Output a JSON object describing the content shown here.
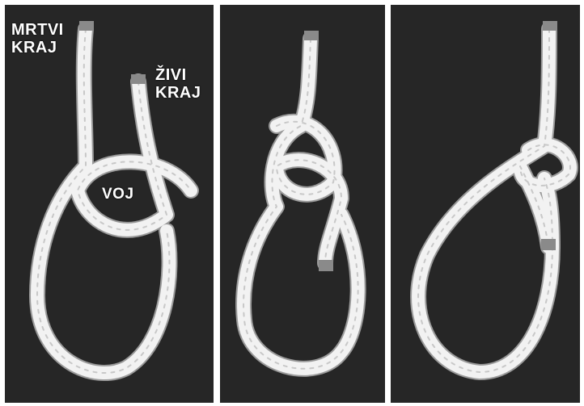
{
  "labels": {
    "dead_end_line1": "MRTVI",
    "dead_end_line2": "KRAJ",
    "live_end_line1": "ŽIVI",
    "live_end_line2": "KRAJ",
    "loop": "VOJ"
  },
  "colors": {
    "background": "#262626",
    "rope": "#f2f2f2",
    "rope_shadow": "#9a9a9a",
    "tip": "#8a8a8a",
    "label": "#ffffff"
  }
}
